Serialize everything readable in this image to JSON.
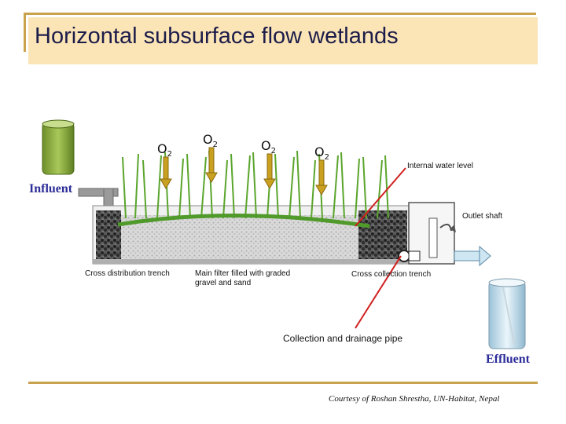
{
  "title": "Horizontal subsurface flow wetlands",
  "o2_label": "O",
  "o2_sub": "2",
  "labels": {
    "internal_water_level": "Internal water level",
    "influent": "Influent",
    "outlet_shaft": "Outlet shaft",
    "cross_distribution_trench": "Cross distribution trench",
    "main_filter_line1": "Main filter filled with graded",
    "main_filter_line2": "gravel and sand",
    "cross_collection_trench": "Cross collection trench",
    "collection_drainage_pipe": "Collection and drainage pipe",
    "effluent": "Effluent"
  },
  "courtesy": "Courtesy of Roshan Shrestha, UN-Habitat, Nepal",
  "colors": {
    "title_bg": "#fbe5b6",
    "accent_line": "#c8a24c",
    "title_text": "#1c1c4a",
    "flow_label": "#2d2d9a",
    "pointer_line": "#d11f1f",
    "plant_green": "#5aa52c",
    "gravel": "#3a3a3a",
    "water": "#bfe3ef"
  }
}
